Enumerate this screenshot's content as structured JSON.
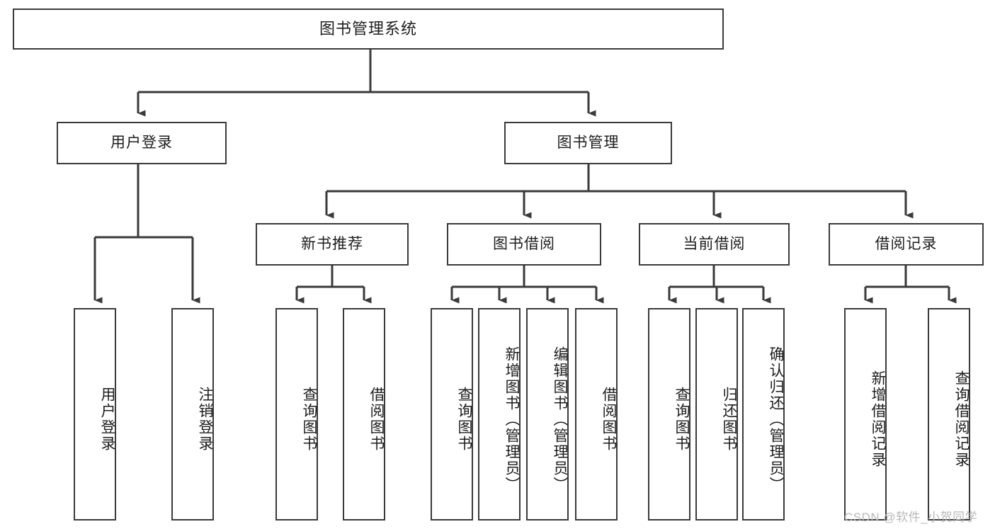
{
  "diagram": {
    "title": "图书管理系统",
    "type": "tree-hierarchy",
    "watermark": "CSDN @软件_小贺同学",
    "colors": {
      "background": "#ffffff",
      "box_border": "#3a3a3a",
      "connector": "#3a3a3a",
      "text": "#1d1d1d",
      "watermark": "#b9b9b9"
    },
    "levels": {
      "root": {
        "label": "图书管理系统"
      },
      "level2": [
        {
          "id": "user-login",
          "label": "用户登录"
        },
        {
          "id": "book-management",
          "label": "图书管理"
        }
      ],
      "level3": [
        {
          "id": "new-book-recommend",
          "label": "新书推荐",
          "parent": "book-management"
        },
        {
          "id": "book-borrow",
          "label": "图书借阅",
          "parent": "book-management"
        },
        {
          "id": "current-borrow",
          "label": "当前借阅",
          "parent": "book-management"
        },
        {
          "id": "borrow-record",
          "label": "借阅记录",
          "parent": "book-management"
        }
      ],
      "leaves": [
        {
          "id": "leaf-user-login",
          "label": "用户登录",
          "parent": "user-login"
        },
        {
          "id": "leaf-logout",
          "label": "注销登录",
          "parent": "user-login"
        },
        {
          "id": "leaf-query-book-1",
          "label": "查询图书",
          "parent": "new-book-recommend"
        },
        {
          "id": "leaf-borrow-book-1",
          "label": "借阅图书",
          "parent": "new-book-recommend"
        },
        {
          "id": "leaf-query-book-2",
          "label": "查询图书",
          "parent": "book-borrow"
        },
        {
          "id": "leaf-add-book",
          "label": "新增图书（管理员）",
          "parent": "book-borrow"
        },
        {
          "id": "leaf-edit-book",
          "label": "编辑图书（管理员）",
          "parent": "book-borrow"
        },
        {
          "id": "leaf-borrow-book-2",
          "label": "借阅图书",
          "parent": "book-borrow"
        },
        {
          "id": "leaf-query-book-3",
          "label": "查询图书",
          "parent": "current-borrow"
        },
        {
          "id": "leaf-return-book",
          "label": "归还图书",
          "parent": "current-borrow"
        },
        {
          "id": "leaf-confirm-return",
          "label": "确认归还（管理员）",
          "parent": "current-borrow"
        },
        {
          "id": "leaf-add-record",
          "label": "新增借阅记录",
          "parent": "borrow-record"
        },
        {
          "id": "leaf-query-record",
          "label": "查询借阅记录",
          "parent": "borrow-record"
        }
      ]
    }
  }
}
